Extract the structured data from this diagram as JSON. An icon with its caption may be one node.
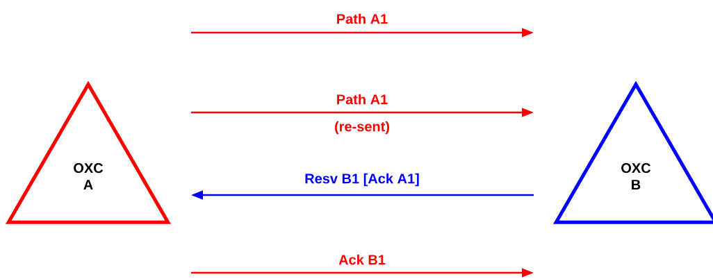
{
  "diagram": {
    "nodes": [
      {
        "text": [
          "OXC A"
        ]
      },
      {
        "text": [
          "OXC B"
        ]
      }
    ],
    "edges": [
      {
        "from": 1,
        "to": 0,
        "arrow": "to",
        "label": "Resv B1 [Ack A1]",
        "color": "#0000ff"
      }
    ],
    "labels": [
      "Path A1",
      "Path A1",
      "(re-sent)",
      "Ack B1"
    ]
  }
}
